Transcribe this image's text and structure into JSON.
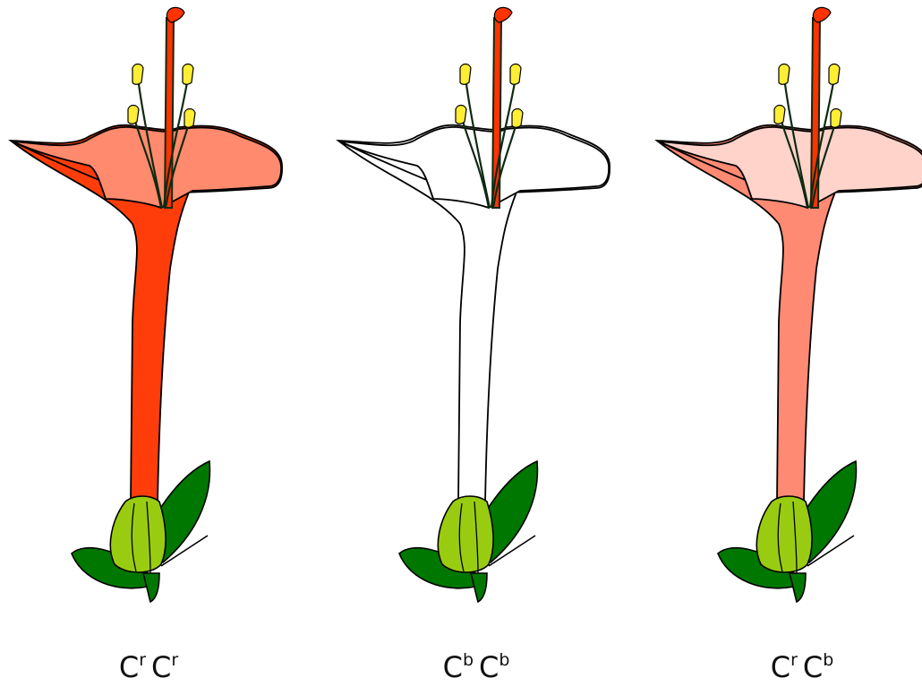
{
  "colors": {
    "outline": "#000000",
    "stem": "#0d2a10",
    "stigma": "#ff3300",
    "anther": "#ffee33",
    "calyx": "#99cc11",
    "leaf": "#007700"
  },
  "flowers": [
    {
      "genotype": {
        "gene1": "C",
        "allele1": "r",
        "gene2": "C",
        "allele2": "r"
      },
      "tube_color": "#ff3d0a",
      "petal_back_color": "#ff3d0a",
      "petal_front_color": "#ff8a6e"
    },
    {
      "genotype": {
        "gene1": "C",
        "allele1": "b",
        "gene2": "C",
        "allele2": "b"
      },
      "tube_color": "#ffffff",
      "petal_back_color": "#ffffff",
      "petal_front_color": "#ffffff"
    },
    {
      "genotype": {
        "gene1": "C",
        "allele1": "r",
        "gene2": "C",
        "allele2": "b"
      },
      "tube_color": "#ff8a73",
      "petal_back_color": "#ff8a73",
      "petal_front_color": "#ffd3ca"
    }
  ]
}
